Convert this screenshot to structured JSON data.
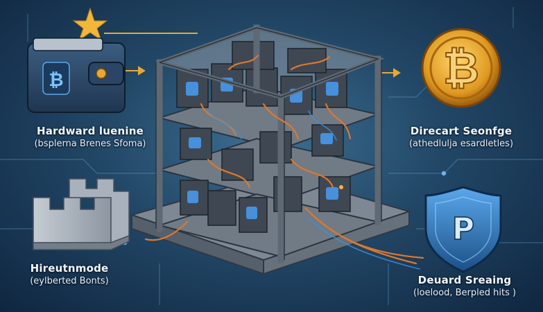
{
  "labels": {
    "top_left": {
      "title": "Hardward luenine",
      "subtitle": "(bsplerna Brenes Sfoma)"
    },
    "top_right": {
      "title": "Direcart Seonfge",
      "subtitle": "(athedlulja esardletles)"
    },
    "bottom_left": {
      "title": "Hireutnmode",
      "subtitle": "(eylberted Bonts)"
    },
    "bottom_right": {
      "title": "Deuard Sreaing",
      "subtitle": "(loelood, Berpled hits )"
    }
  },
  "icons": {
    "wallet_symbol": "₿",
    "coin_symbol": "₿",
    "shield_symbol": "P"
  },
  "colors": {
    "background": "#224766",
    "accent_orange": "#e0782a",
    "coin_gold": "#e9a930",
    "rig_glow": "#4aa3ff"
  }
}
